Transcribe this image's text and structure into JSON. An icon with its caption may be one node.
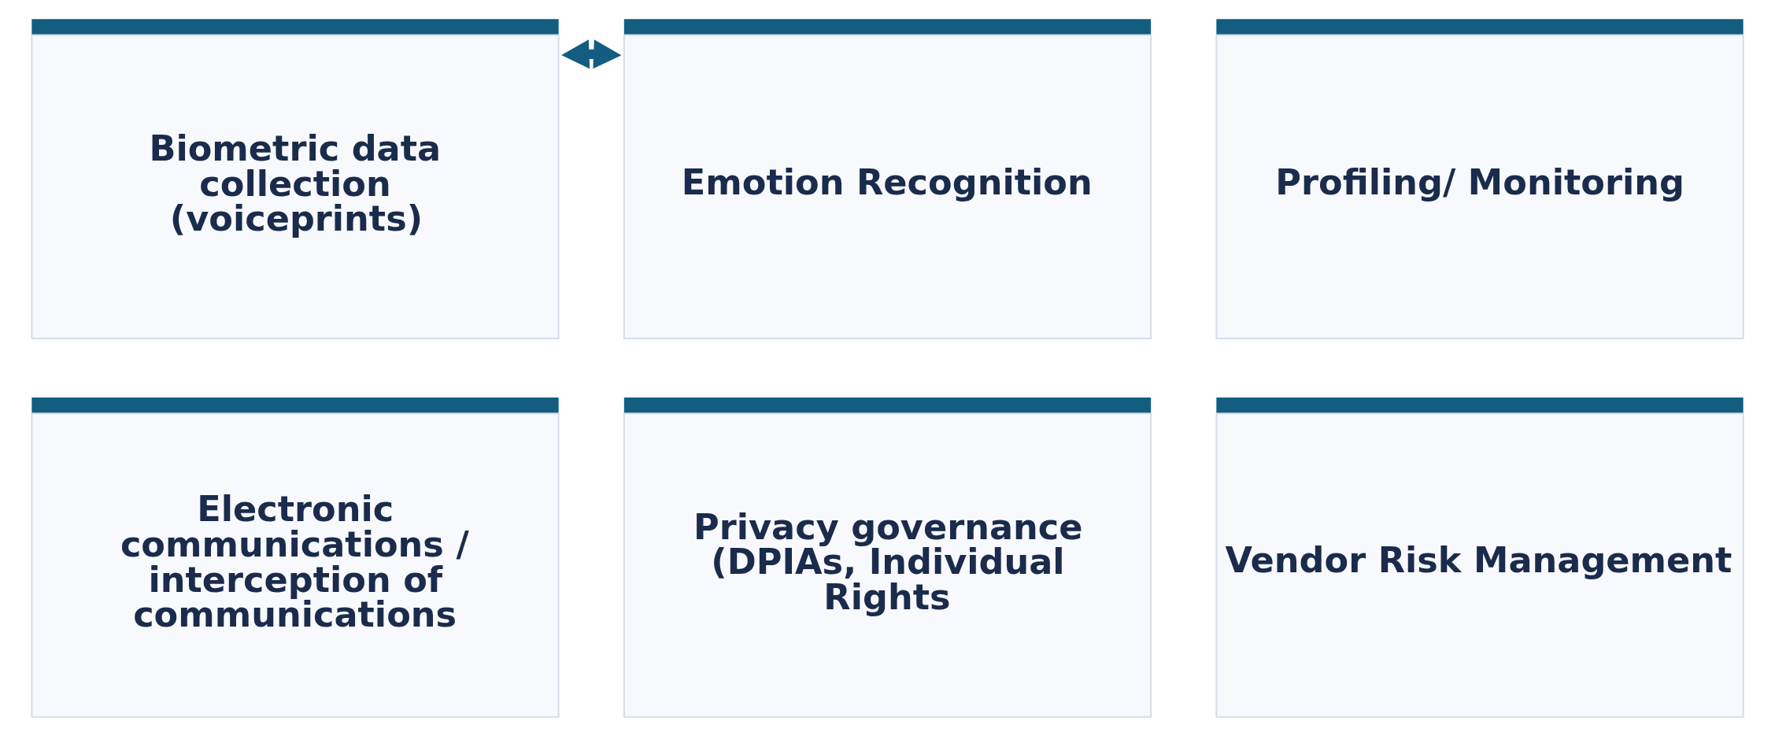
{
  "diagram": {
    "nodes": [
      {
        "text": [
          "Biometric data collection (voiceprints)"
        ]
      },
      {
        "text": [
          "Emotion Recognition"
        ]
      },
      {
        "text": [
          "Profiling/ Monitoring"
        ]
      },
      {
        "text": [
          "Electronic communications / interception of communications"
        ]
      },
      {
        "text": [
          "Privacy governance (DPIAs, Individual Rights"
        ]
      },
      {
        "text": [
          "Vendor Risk Management"
        ]
      }
    ],
    "edges": [
      {
        "from": 0,
        "to": 1,
        "arrow": "both"
      }
    ]
  }
}
